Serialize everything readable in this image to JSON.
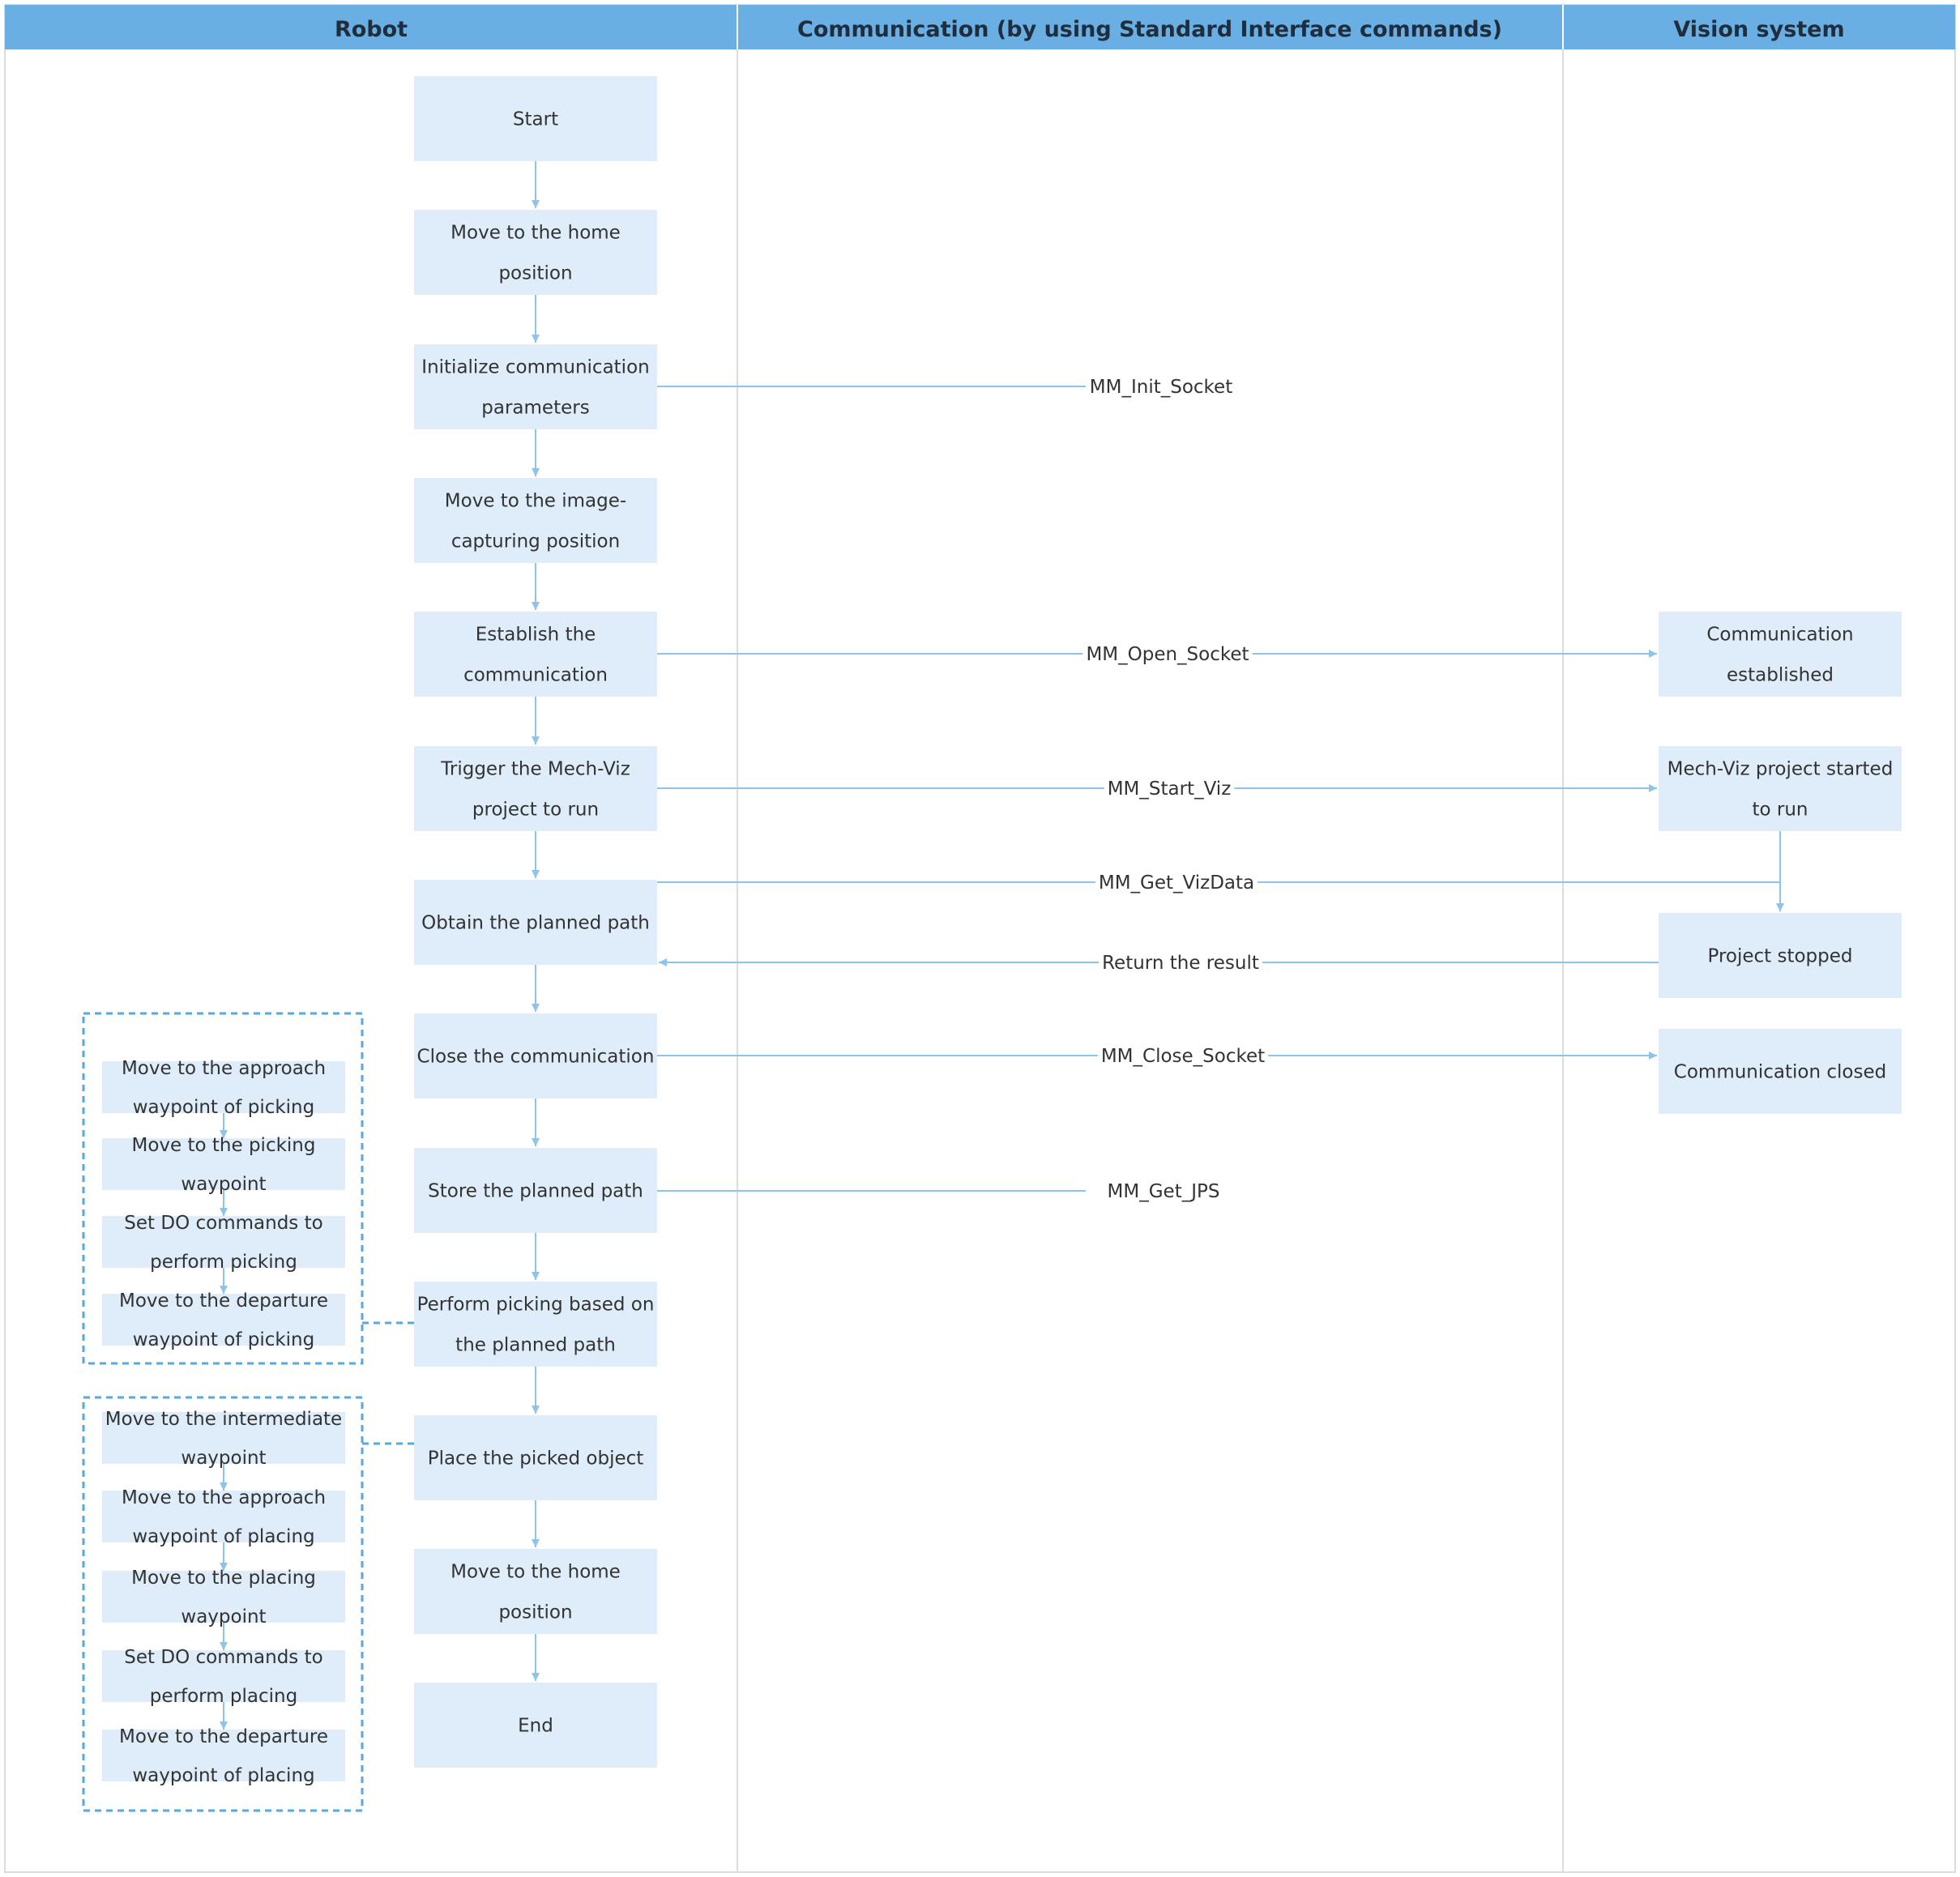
{
  "lanes": [
    {
      "id": "robot",
      "title": "Robot"
    },
    {
      "id": "comm",
      "title": "Communication (by using Standard Interface commands)"
    },
    {
      "id": "vision",
      "title": "Vision system"
    }
  ],
  "robot_steps": [
    {
      "id": "start",
      "lines": [
        "Start"
      ]
    },
    {
      "id": "home1",
      "lines": [
        "Move to the home",
        "position"
      ]
    },
    {
      "id": "init",
      "lines": [
        "Initialize communication",
        "parameters"
      ]
    },
    {
      "id": "capture",
      "lines": [
        "Move to the image-",
        "capturing position"
      ]
    },
    {
      "id": "establish",
      "lines": [
        "Establish the",
        "communication"
      ]
    },
    {
      "id": "trigger",
      "lines": [
        "Trigger the Mech-Viz",
        "project to run"
      ]
    },
    {
      "id": "obtain",
      "lines": [
        "Obtain the planned path"
      ]
    },
    {
      "id": "close",
      "lines": [
        "Close the communication"
      ]
    },
    {
      "id": "store",
      "lines": [
        "Store the planned path"
      ]
    },
    {
      "id": "pick",
      "lines": [
        "Perform picking based on",
        "the planned path"
      ]
    },
    {
      "id": "place",
      "lines": [
        "Place the picked object"
      ]
    },
    {
      "id": "home2",
      "lines": [
        "Move to the home",
        "position"
      ]
    },
    {
      "id": "end",
      "lines": [
        "End"
      ]
    }
  ],
  "vision_states": [
    {
      "id": "established",
      "lines": [
        "Communication",
        "established"
      ]
    },
    {
      "id": "started",
      "lines": [
        "Mech-Viz project started",
        "to run"
      ]
    },
    {
      "id": "stopped",
      "lines": [
        "Project stopped"
      ]
    },
    {
      "id": "closed",
      "lines": [
        "Communication closed"
      ]
    }
  ],
  "messages": [
    {
      "id": "init_socket",
      "label": "MM_Init_Socket",
      "from": "init",
      "to": null
    },
    {
      "id": "open_socket",
      "label": "MM_Open_Socket",
      "from": "establish",
      "to": "established"
    },
    {
      "id": "start_viz",
      "label": "MM_Start_Viz",
      "from": "trigger",
      "to": "started"
    },
    {
      "id": "get_vizdata",
      "label": "MM_Get_VizData",
      "from": "obtain",
      "to": "stopped"
    },
    {
      "id": "return_result",
      "label": "Return the result",
      "from": "stopped",
      "to": "obtain"
    },
    {
      "id": "close_socket",
      "label": "MM_Close_Socket",
      "from": "close",
      "to": "closed"
    },
    {
      "id": "get_jps",
      "label": "MM_Get_JPS",
      "from": "store",
      "to": null
    }
  ],
  "picking_substeps": [
    {
      "id": "approach_pick",
      "lines": [
        "Move to the approach",
        "waypoint of picking"
      ]
    },
    {
      "id": "picking_wp",
      "lines": [
        "Move to the picking",
        "waypoint"
      ]
    },
    {
      "id": "do_pick",
      "lines": [
        "Set DO commands to",
        "perform picking"
      ]
    },
    {
      "id": "depart_pick",
      "lines": [
        "Move to the departure",
        "waypoint of picking"
      ]
    }
  ],
  "placing_substeps": [
    {
      "id": "intermediate",
      "lines": [
        "Move to the intermediate",
        "waypoint"
      ]
    },
    {
      "id": "approach_place",
      "lines": [
        "Move to the approach",
        "waypoint of placing"
      ]
    },
    {
      "id": "placing_wp",
      "lines": [
        "Move to the placing",
        "waypoint"
      ]
    },
    {
      "id": "do_place",
      "lines": [
        "Set DO commands to",
        "perform placing"
      ]
    },
    {
      "id": "depart_place",
      "lines": [
        "Move to the departure",
        "waypoint of placing"
      ]
    }
  ],
  "colors": {
    "header_bg": "#6aafe3",
    "node_fill": "#deedf9",
    "line": "#8dc4ec",
    "dashed": "#5aa7e0",
    "grid": "#dcdcdc"
  }
}
